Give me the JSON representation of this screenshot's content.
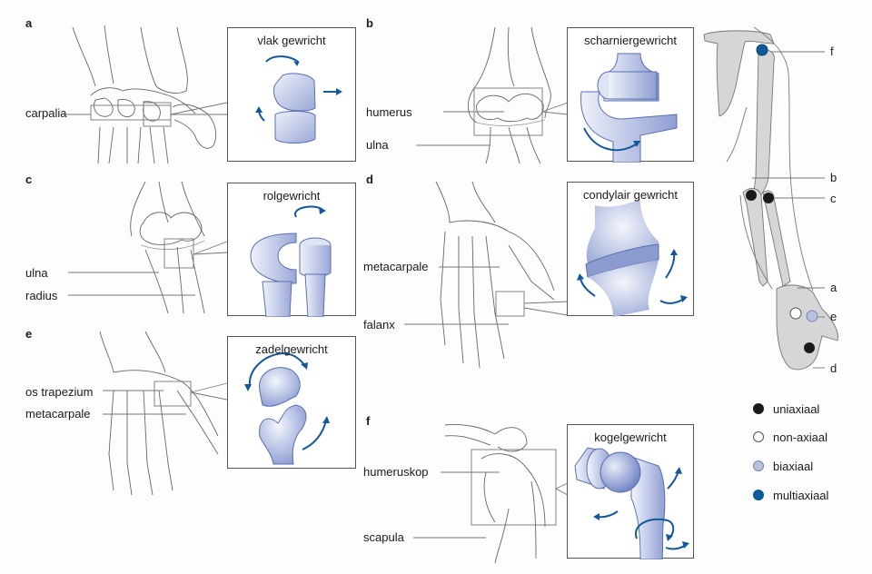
{
  "panels": {
    "a": {
      "letter": "a",
      "inset_title": "vlak gewricht",
      "labels": [
        "carpalia"
      ]
    },
    "b": {
      "letter": "b",
      "inset_title": "scharniergewricht",
      "labels": [
        "humerus",
        "ulna"
      ]
    },
    "c": {
      "letter": "c",
      "inset_title": "rolgewricht",
      "labels": [
        "ulna",
        "radius"
      ]
    },
    "d": {
      "letter": "d",
      "inset_title": "condylair gewricht",
      "labels": [
        "metacarpale",
        "falanx"
      ]
    },
    "e": {
      "letter": "e",
      "inset_title": "zadelgewricht",
      "labels": [
        "os trapezium",
        "metacarpale"
      ]
    },
    "f": {
      "letter": "f",
      "inset_title": "kogelgewricht",
      "labels": [
        "humeruskop",
        "scapula"
      ]
    }
  },
  "arm": {
    "callouts": [
      "f",
      "b",
      "c",
      "a",
      "e",
      "d"
    ],
    "markers": [
      {
        "joint": "f",
        "type": "multiaxiaal"
      },
      {
        "joint": "b",
        "type": "uniaxiaal"
      },
      {
        "joint": "c",
        "type": "uniaxiaal"
      },
      {
        "joint": "a",
        "type": "non-axiaal"
      },
      {
        "joint": "e",
        "type": "biaxiaal"
      },
      {
        "joint": "d",
        "type": "uniaxiaal"
      }
    ]
  },
  "legend": [
    {
      "label": "uniaxiaal",
      "color": "#1a1a1a"
    },
    {
      "label": "non-axiaal",
      "color": "#ffffff"
    },
    {
      "label": "biaxiaal",
      "color": "#b7c2df"
    },
    {
      "label": "multiaxiaal",
      "color": "#0d5a9a"
    }
  ],
  "colors": {
    "accent_blue": "#14589a",
    "joint_fill": "#c5cde8",
    "joint_stroke": "#5a6fb0",
    "bone_gray": "#d6d6d6"
  }
}
